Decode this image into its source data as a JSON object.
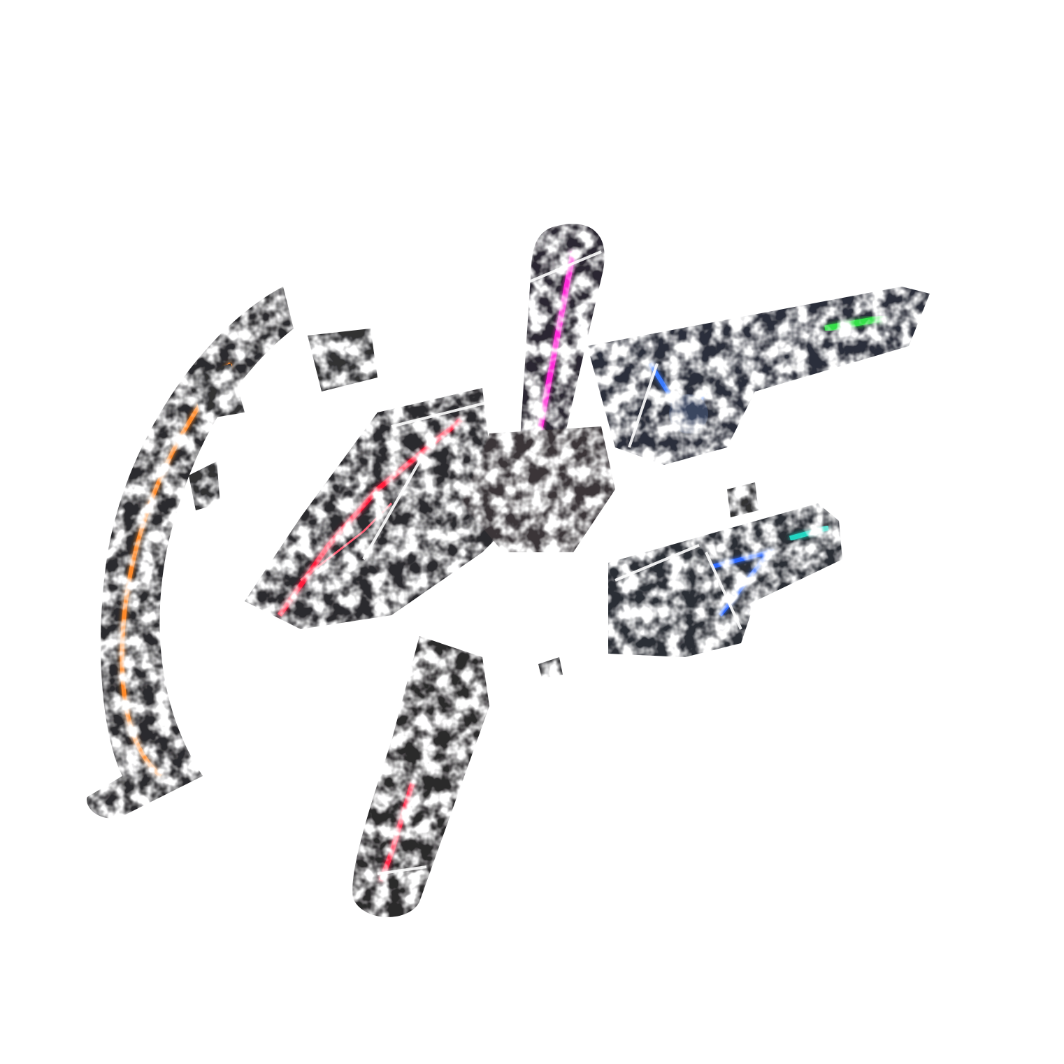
{
  "image": {
    "subject": "",
    "background_color": "#ffffff",
    "pieces": [
      {
        "name": "left-arc",
        "neon": "#ff8a2a",
        "base": "#2c2b2e"
      },
      {
        "name": "red-panel",
        "neon": "#ff1f3a",
        "base": "#2b2a2e"
      },
      {
        "name": "pink-bar",
        "neon": "#ff2bd6",
        "base": "#2a2730"
      },
      {
        "name": "blue-upper-arm",
        "neon": "#3a7bff",
        "base": "#2c2f3a"
      },
      {
        "name": "green-tip",
        "neon": "#34e04a",
        "base": "#2a2f2c"
      },
      {
        "name": "lower-arm",
        "neon": "#2f6bff",
        "base": "#2c2f36"
      },
      {
        "name": "teal-tip",
        "neon": "#23d6c2",
        "base": "#2b3030"
      },
      {
        "name": "bottom-leg",
        "neon": "#ff2a4a",
        "base": "#2c2a2c"
      }
    ]
  }
}
